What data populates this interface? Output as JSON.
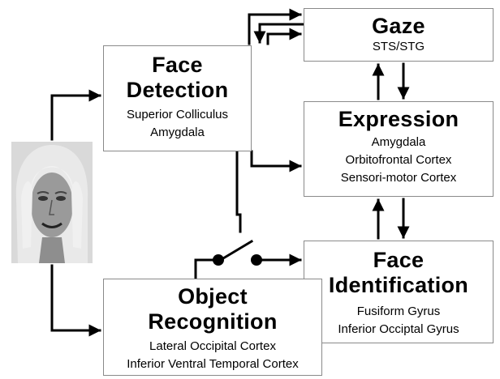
{
  "boxes": {
    "face_detection": {
      "title": "Face\nDetection",
      "regions": [
        "Superior Colliculus",
        "Amygdala"
      ]
    },
    "gaze": {
      "title": "Gaze",
      "regions": [
        "STS/STG"
      ]
    },
    "expression": {
      "title": "Expression",
      "regions": [
        "Amygdala",
        "Orbitofrontal Cortex",
        "Sensori-motor Cortex"
      ]
    },
    "face_identification": {
      "title": "Face\nIdentification",
      "regions": [
        "Fusiform Gyrus",
        "Inferior Occiptal Gyrus"
      ]
    },
    "object_recognition": {
      "title": "Object\nRecognition",
      "regions": [
        "Lateral Occipital Cortex",
        "Inferior Ventral Temporal Cortex"
      ]
    }
  },
  "colors": {
    "wire": "#000000",
    "box_border": "#8a8a8a"
  }
}
